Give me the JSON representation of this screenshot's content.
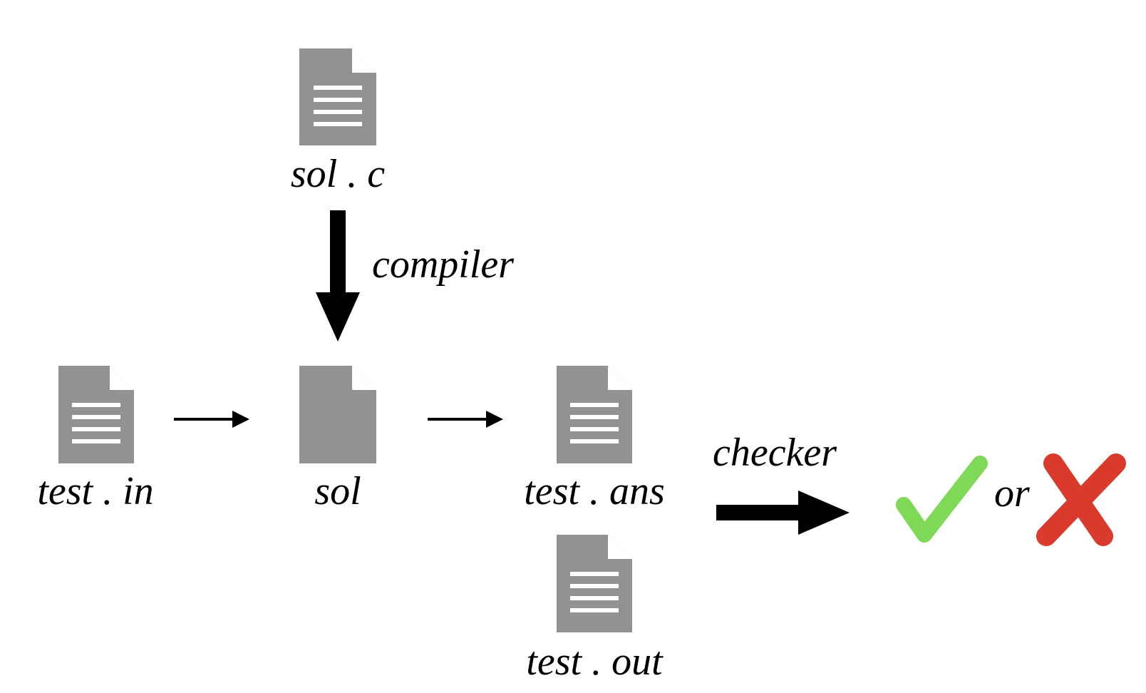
{
  "files": {
    "source": "sol . c",
    "binary": "sol",
    "input": "test . in",
    "answer": "test . ans",
    "output": "test . out"
  },
  "steps": {
    "compile": "compiler",
    "check": "checker"
  },
  "verdict": {
    "connector": "or",
    "pass_icon": "checkmark-icon",
    "fail_icon": "cross-icon"
  },
  "colors": {
    "document": "#929292",
    "pass": "#7ed957",
    "fail": "#d93a2b",
    "arrow": "#000000"
  }
}
